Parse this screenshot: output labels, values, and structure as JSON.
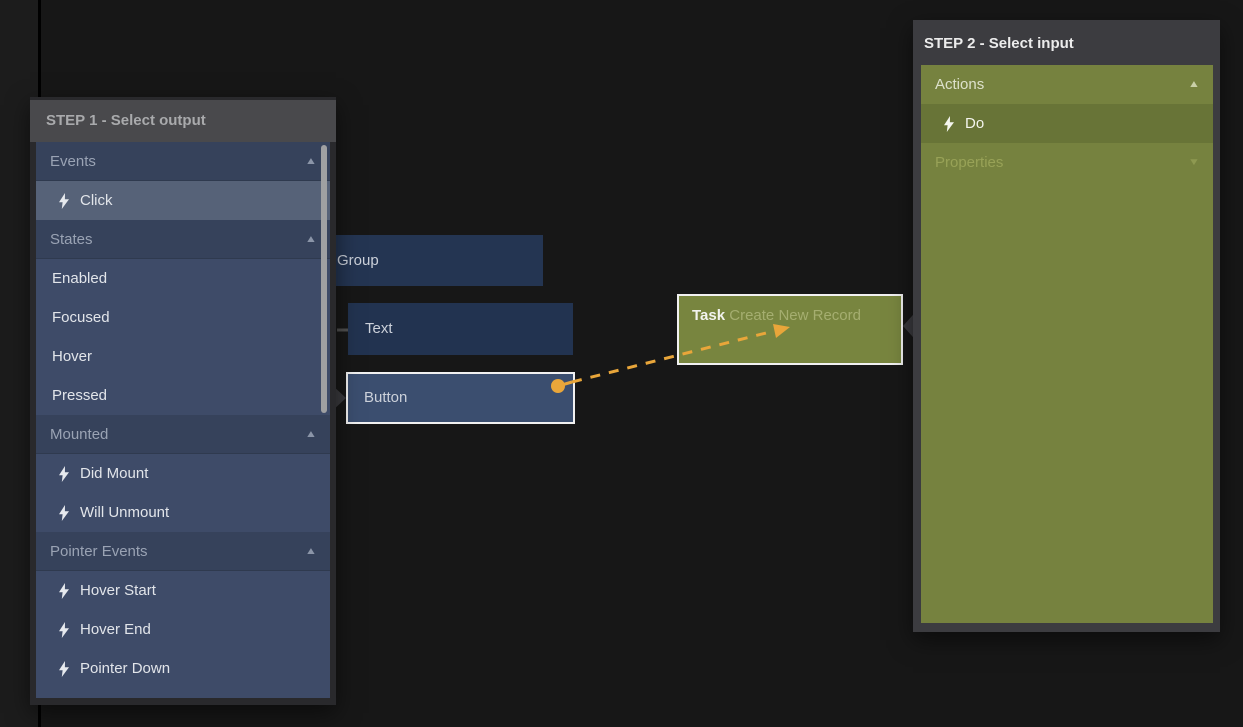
{
  "canvas": {
    "background": "#171717",
    "grid_line_color": "#000000"
  },
  "step1": {
    "title": "STEP 1 - Select output",
    "sections": [
      {
        "label": "Events",
        "collapsed": false,
        "items": [
          {
            "label": "Click",
            "icon": "lightning",
            "selected": true
          }
        ]
      },
      {
        "label": "States",
        "collapsed": false,
        "items": [
          {
            "label": "Enabled"
          },
          {
            "label": "Focused"
          },
          {
            "label": "Hover"
          },
          {
            "label": "Pressed"
          }
        ]
      },
      {
        "label": "Mounted",
        "collapsed": false,
        "items": [
          {
            "label": "Did Mount",
            "icon": "lightning"
          },
          {
            "label": "Will Unmount",
            "icon": "lightning"
          }
        ]
      },
      {
        "label": "Pointer Events",
        "collapsed": false,
        "items": [
          {
            "label": "Hover Start",
            "icon": "lightning"
          },
          {
            "label": "Hover End",
            "icon": "lightning"
          },
          {
            "label": "Pointer Down",
            "icon": "lightning"
          }
        ]
      }
    ],
    "colors": {
      "frame": "#29292c",
      "header_bg": "#49494c",
      "header_text": "#a9aaac",
      "list_bg": "#3e4b68",
      "section_bg": "#36425b",
      "section_text": "#9aa3b4",
      "item_text": "#e2e5ea",
      "selected_bg": "#566278"
    }
  },
  "step2": {
    "title": "STEP 2 - Select input",
    "sections": [
      {
        "label": "Actions",
        "collapsed": false,
        "items": [
          {
            "label": "Do",
            "icon": "lightning",
            "selected": true
          }
        ]
      },
      {
        "label": "Properties",
        "collapsed": true,
        "muted": true,
        "items": []
      }
    ],
    "colors": {
      "frame": "#3c3c40",
      "header_text": "#ececec",
      "list_bg": "#76823f",
      "section_text": "#dde1cb",
      "muted_section_text": "#98a257",
      "selected_bg": "#687437",
      "item_text": "#f4f5ee"
    }
  },
  "nodes": {
    "group": {
      "label": "Group",
      "color": "#243552"
    },
    "text": {
      "label": "Text",
      "color": "#223350"
    },
    "button": {
      "label": "Button",
      "color": "#3b4e6f",
      "selected": true
    },
    "task": {
      "title": "Task",
      "subtitle": "Create New Record",
      "color": "#78853f",
      "selected": true
    }
  },
  "connection": {
    "color": "#e9a63a",
    "style": "dashed"
  }
}
